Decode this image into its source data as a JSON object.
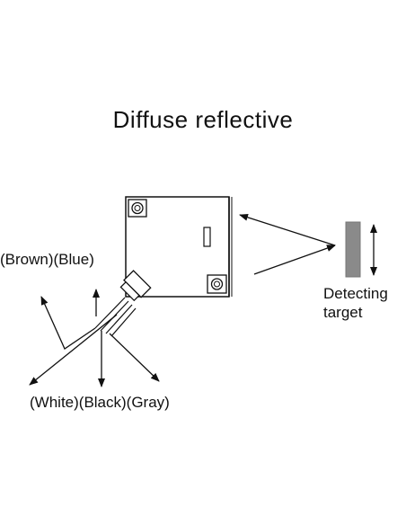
{
  "title": "Diffuse reflective",
  "wire_labels": {
    "upper": "(Brown)(Blue)",
    "lower": "(White)(Black)(Gray)"
  },
  "target_label": {
    "line1": "Detecting",
    "line2": "target"
  },
  "colors": {
    "stroke": "#111111",
    "target_fill": "#8a8a8a"
  },
  "icons": [
    "screw-icon",
    "indicator-slot-icon",
    "arrow-icon"
  ]
}
